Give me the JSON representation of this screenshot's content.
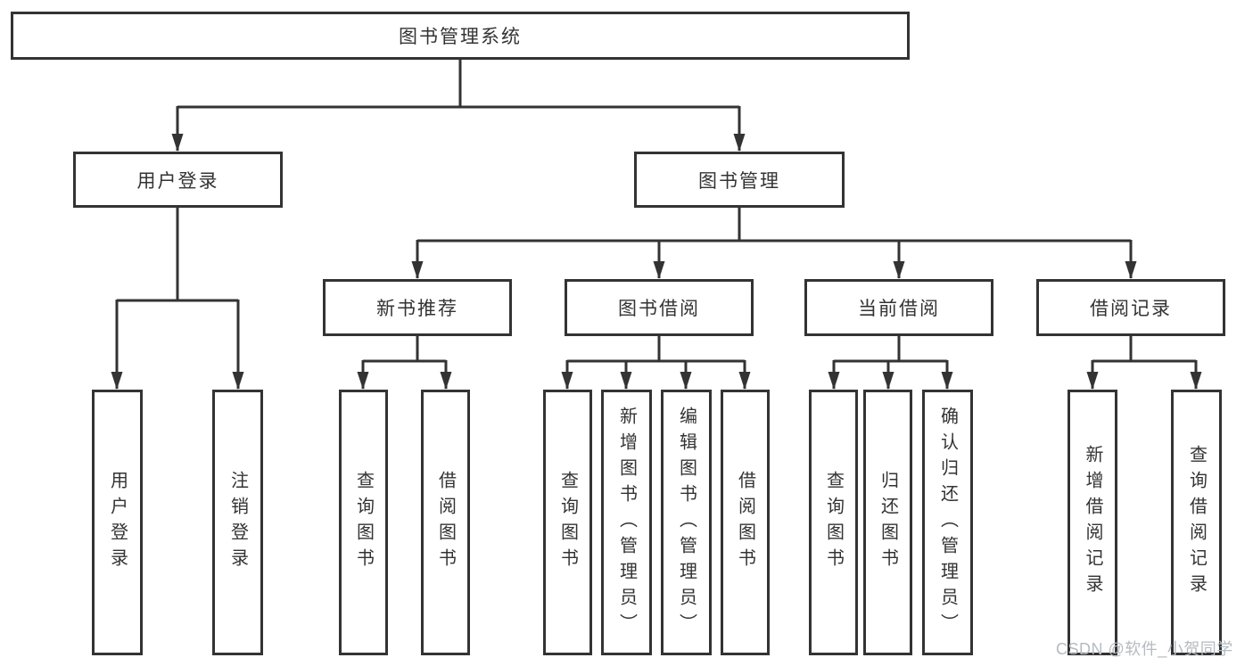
{
  "diagram": {
    "watermark": "CSDN @软件_小贺同学",
    "colors": {
      "line": "#333333",
      "text": "#333333",
      "background": "#ffffff",
      "watermark": "#b5bbc2"
    },
    "tree": {
      "label": "图书管理系统",
      "children": [
        {
          "label": "用户登录",
          "children": [
            {
              "label": "用户登录"
            },
            {
              "label": "注销登录"
            }
          ]
        },
        {
          "label": "图书管理",
          "children": [
            {
              "label": "新书推荐",
              "children": [
                {
                  "label": "查询图书"
                },
                {
                  "label": "借阅图书"
                }
              ]
            },
            {
              "label": "图书借阅",
              "children": [
                {
                  "label": "查询图书"
                },
                {
                  "label": "新增图书（管理员）"
                },
                {
                  "label": "编辑图书（管理员）"
                },
                {
                  "label": "借阅图书"
                }
              ]
            },
            {
              "label": "当前借阅",
              "children": [
                {
                  "label": "查询图书"
                },
                {
                  "label": "归还图书"
                },
                {
                  "label": "确认归还（管理员）"
                }
              ]
            },
            {
              "label": "借阅记录",
              "children": [
                {
                  "label": "新增借阅记录"
                },
                {
                  "label": "查询借阅记录"
                }
              ]
            }
          ]
        }
      ]
    }
  }
}
